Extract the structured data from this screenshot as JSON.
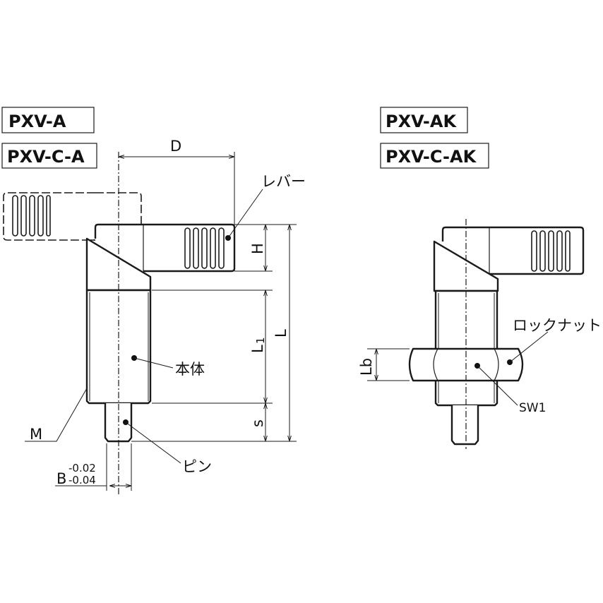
{
  "models_left": [
    "PXV-A",
    "PXV-C-A"
  ],
  "models_right": [
    "PXV-AK",
    "PXV-C-AK"
  ],
  "dimensions": {
    "D": "D",
    "H": "H",
    "L1_main": "L",
    "L1_sub": "1",
    "L": "L",
    "s": "s",
    "M": "M",
    "B": "B",
    "B_upper_tol": "-0.02",
    "B_lower_tol": "-0.04",
    "Lb": "Lb",
    "SW1": "SW1"
  },
  "parts": {
    "lever": "レバー",
    "body": "本体",
    "pin": "ピン",
    "locknut": "ロックナット"
  },
  "colors": {
    "line": "#1a1a1a",
    "background": "#ffffff"
  }
}
